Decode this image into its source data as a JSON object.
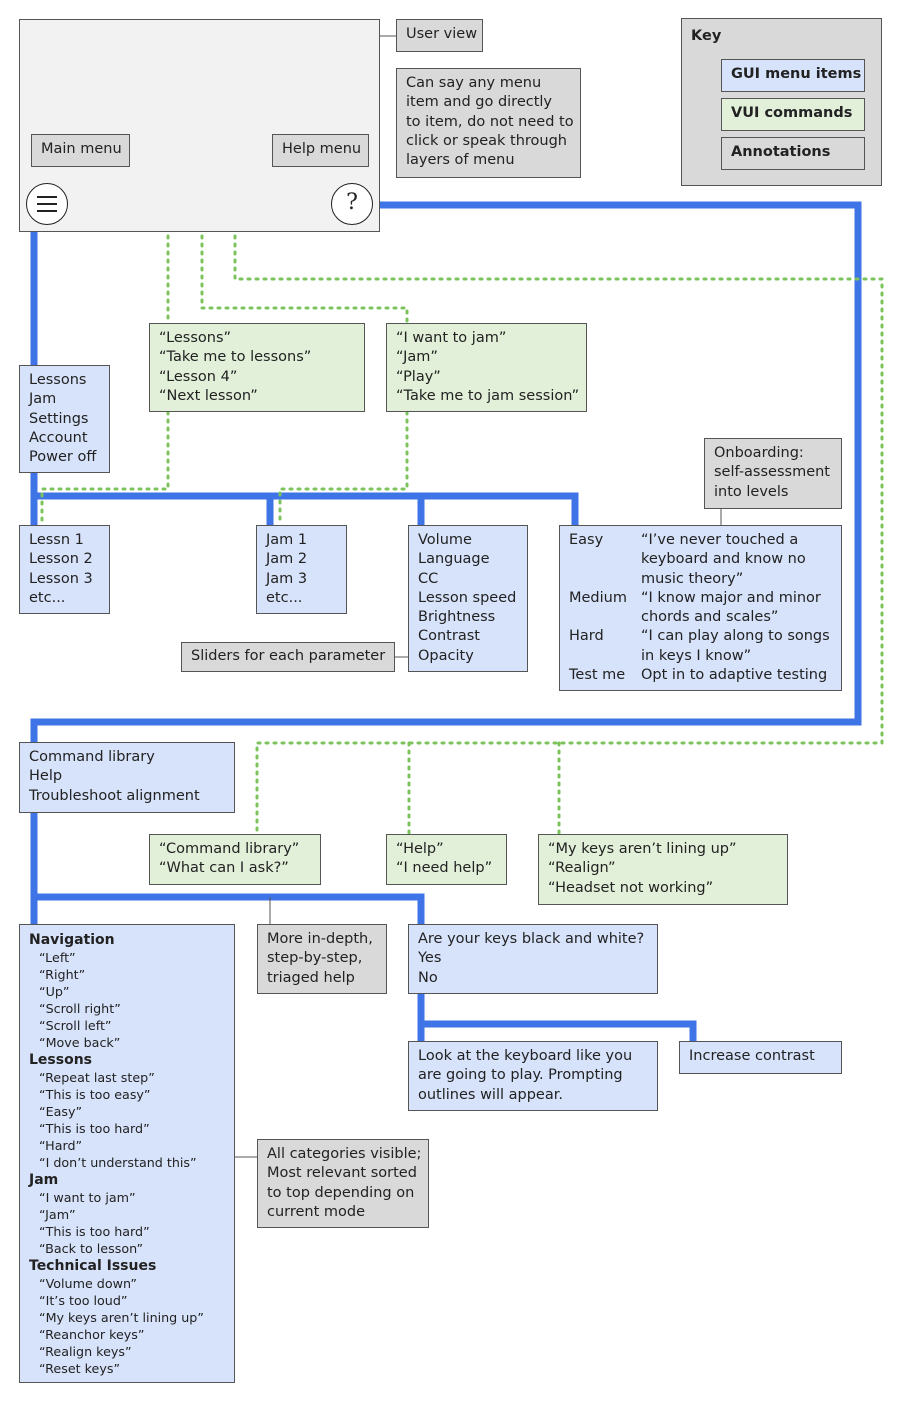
{
  "colors": {
    "gui_line": "#3f74e6",
    "vui_line": "#7bc35a",
    "annotation_line": "#555555",
    "gui_box": "#d7e3fb",
    "vui_box": "#e2f0d9",
    "annotation_box": "#d9d9d9"
  },
  "user_view": {
    "label": "User view",
    "note": [
      "Can say any menu",
      "item and go directly",
      "to item, do not need to",
      "click or speak through",
      "layers of menu"
    ],
    "main_menu_label": "Main menu",
    "help_menu_label": "Help menu",
    "main_menu_icon": "hamburger-icon",
    "help_menu_icon": "question-icon",
    "help_glyph": "?"
  },
  "key": {
    "title": "Key",
    "gui": "GUI menu items",
    "vui": "VUI commands",
    "annotations": "Annotations"
  },
  "main_menu": {
    "items": [
      "Lessons",
      "Jam",
      "Settings",
      "Account",
      "Power off"
    ],
    "lessons_voice": [
      "“Lessons”",
      "“Take me to lessons”",
      "“Lesson 4”",
      "“Next lesson”"
    ],
    "jam_voice": [
      "“I want to jam”",
      "“Jam”",
      "“Play”",
      "“Take me to jam session”"
    ],
    "lessons_list": [
      "Lessn 1",
      "Lesson 2",
      "Lesson 3",
      "etc..."
    ],
    "jam_list": [
      "Jam 1",
      "Jam 2",
      "Jam 3",
      "etc..."
    ],
    "settings_list": [
      "Volume",
      "Language",
      "CC",
      "Lesson speed",
      "Brightness",
      "Contrast",
      "Opacity"
    ],
    "sliders_note": "Sliders for each parameter",
    "onboarding_note": [
      "Onboarding:",
      "self-assessment",
      "into levels"
    ],
    "levels": [
      {
        "name": "Easy",
        "desc": [
          "“I’ve never touched a",
          "keyboard and know no",
          "music theory”"
        ]
      },
      {
        "name": "Medium",
        "desc": [
          "“I know major and minor",
          "chords and scales”"
        ]
      },
      {
        "name": "Hard",
        "desc": [
          "“I can play along to songs",
          "in keys I know”"
        ]
      },
      {
        "name": "Test me",
        "desc": [
          "Opt in to adaptive testing"
        ]
      }
    ]
  },
  "help_menu": {
    "items": [
      "Command library",
      "Help",
      "Troubleshoot alignment"
    ],
    "command_library_voice": [
      "“Command library”",
      "“What can I ask?”"
    ],
    "help_voice": [
      "“Help”",
      "“I need help”"
    ],
    "alignment_voice": [
      "“My keys aren’t lining up”",
      "“Realign”",
      "“Headset not working”"
    ],
    "help_note": [
      "More in-depth,",
      "step-by-step,",
      "triaged help"
    ],
    "keys_question": [
      "Are your keys black and white?",
      "Yes",
      "No"
    ],
    "look_instruction": [
      "Look at the keyboard like you",
      "are going to play. Prompting",
      "outlines will appear."
    ],
    "increase_contrast": "Increase contrast",
    "categories_note": [
      "All categories visible;",
      "Most relevant sorted",
      "to top depending on",
      "current mode"
    ]
  },
  "command_library": {
    "categories": [
      {
        "name": "Navigation",
        "commands": [
          "“Left”",
          "“Right”",
          "“Up”",
          "“Scroll right”",
          "“Scroll left”",
          "“Move back”"
        ]
      },
      {
        "name": "Lessons",
        "commands": [
          "“Repeat last step”",
          "“This is too easy”",
          "“Easy”",
          "“This is too hard”",
          "“Hard”",
          "“I don’t understand this”"
        ]
      },
      {
        "name": "Jam",
        "commands": [
          "“I want to jam”",
          "“Jam”",
          "“This is too hard”",
          "“Back to lesson”"
        ]
      },
      {
        "name": "Technical Issues",
        "commands": [
          "“Volume down”",
          "“It’s too loud”",
          "“My keys aren’t lining up”",
          "“Reanchor keys”",
          "“Realign keys”",
          "“Reset keys”"
        ]
      }
    ]
  }
}
